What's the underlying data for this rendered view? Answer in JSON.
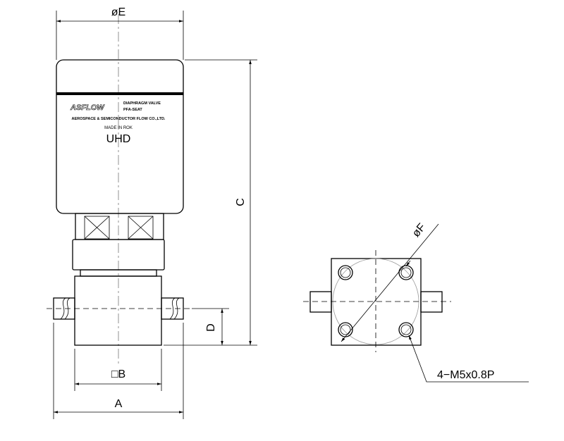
{
  "labels": {
    "dim_e": "øE",
    "dim_c": "C",
    "dim_d": "D",
    "dim_b": "□B",
    "dim_a": "A",
    "dim_f": "øF",
    "thread_callout": "4−M5x0.8P"
  },
  "nameplate": {
    "brand": "ASFLOW",
    "product_line1": "DIAPHRAGM VALVE",
    "product_line2": "PFA-SEAT",
    "company": "AEROSPACE & SEMICONDUCTOR FLOW CO.,LTD.",
    "origin": "MADE IN ROK",
    "model": "UHD"
  }
}
